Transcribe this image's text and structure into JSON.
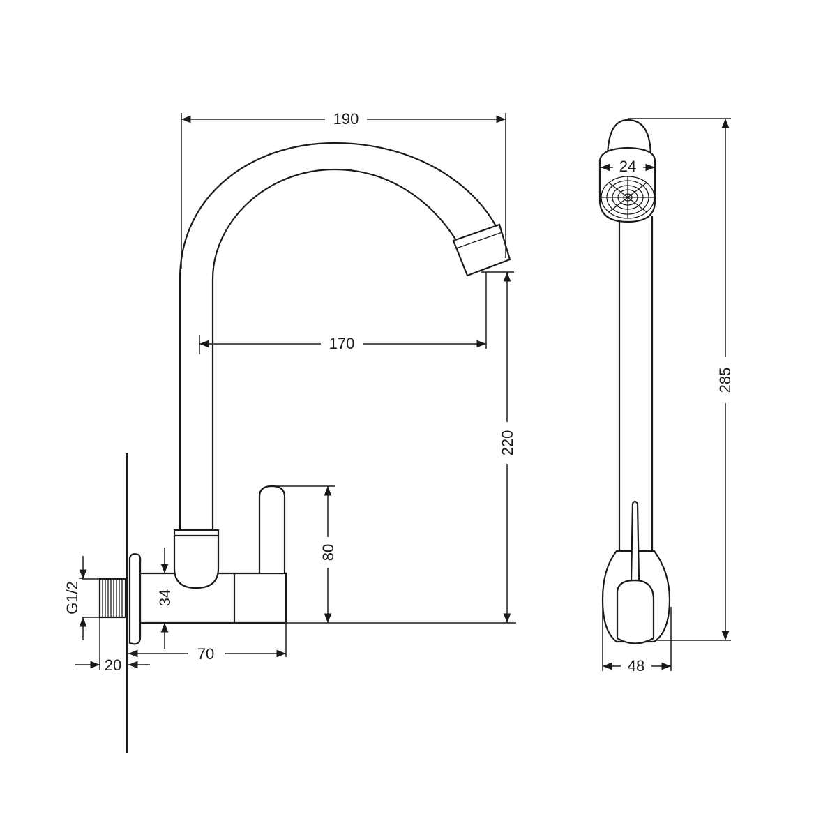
{
  "drawing": {
    "dimensions": {
      "overall_reach": "190",
      "spout_reach": "170",
      "spout_height": "220",
      "handle_height": "80",
      "body_diameter": "34",
      "thread_size": "G1/2",
      "thread_length": "20",
      "body_length": "70",
      "aerator_width": "24",
      "total_height": "285",
      "base_width": "48"
    },
    "line_color": "#1a1a1a",
    "background": "#ffffff"
  }
}
